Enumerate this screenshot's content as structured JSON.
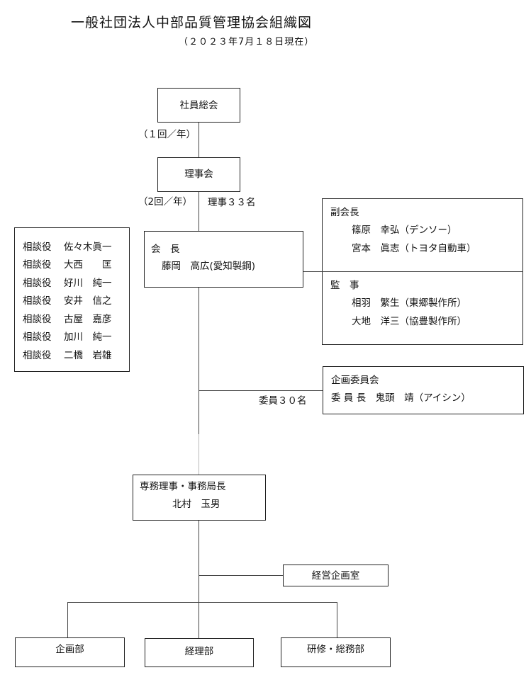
{
  "title": "一般社団法人中部品質管理協会組織図",
  "subtitle": "（２０２３年7月１８日現在）",
  "general_meeting": {
    "label": "社員総会",
    "frequency": "（１回／年）"
  },
  "board": {
    "label": "理事会",
    "frequency": "（2回／年）",
    "members": "理事３３名"
  },
  "president": {
    "role": "会　長",
    "name": "藤岡　高広(愛知製鋼)"
  },
  "vice_presidents": {
    "role": "副会長",
    "members": [
      "篠原　幸弘（デンソー）",
      "宮本　眞志（トヨタ自動車）"
    ]
  },
  "auditors": {
    "role": "監　事",
    "members": [
      "相羽　繁生（東郷製作所）",
      "大地　洋三（協豊製作所）"
    ]
  },
  "advisors": [
    {
      "role": "相談役",
      "name": "佐々木眞一"
    },
    {
      "role": "相談役",
      "name": "大西　　匡"
    },
    {
      "role": "相談役",
      "name": "好川　純一"
    },
    {
      "role": "相談役",
      "name": "安井　信之"
    },
    {
      "role": "相談役",
      "name": "古屋　嘉彦"
    },
    {
      "role": "相談役",
      "name": "加川　純一"
    },
    {
      "role": "相談役",
      "name": "二橋　岩雄"
    }
  ],
  "planning_committee": {
    "label": "企画委員会",
    "chair": "委 員 長　鬼頭　靖（アイシン）",
    "members": "委員３０名"
  },
  "executive_director": {
    "role": "専務理事・事務局長",
    "name": "北村　玉男"
  },
  "management_office": "経営企画室",
  "departments": [
    "企画部",
    "経理部",
    "研修・総務部"
  ],
  "colors": {
    "line": "#444444",
    "border": "#222222",
    "text": "#111111"
  }
}
